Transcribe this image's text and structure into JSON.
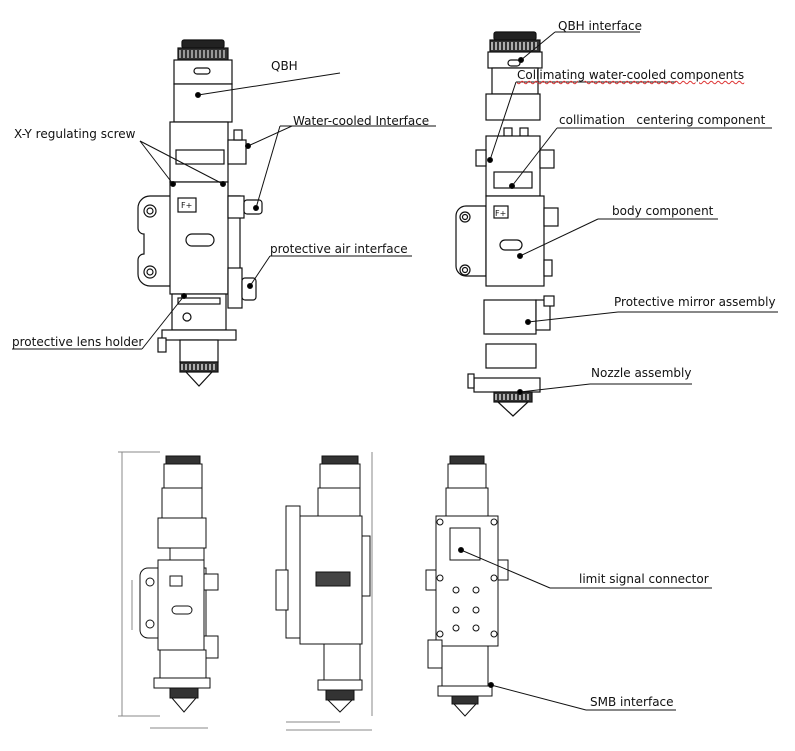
{
  "labels": {
    "qbh": "QBH",
    "xy_screw": "X-Y regulating screw",
    "water_cooled_interface": "Water-cooled Interface",
    "protective_air_interface": "protective air interface",
    "protective_lens_holder": "protective lens holder",
    "qbh_interface": "QBH interface",
    "collimating_water_cooled": "Collimating water-cooled components",
    "collimation_centering": "collimation   centering component",
    "body_component": "body component",
    "protective_mirror_assembly": "Protective mirror assembly",
    "nozzle_assembly": "Nozzle assembly",
    "limit_signal_connector": "limit signal connector",
    "smb_interface": "SMB interface"
  },
  "panel_marks": {
    "f_plus": "F+"
  }
}
